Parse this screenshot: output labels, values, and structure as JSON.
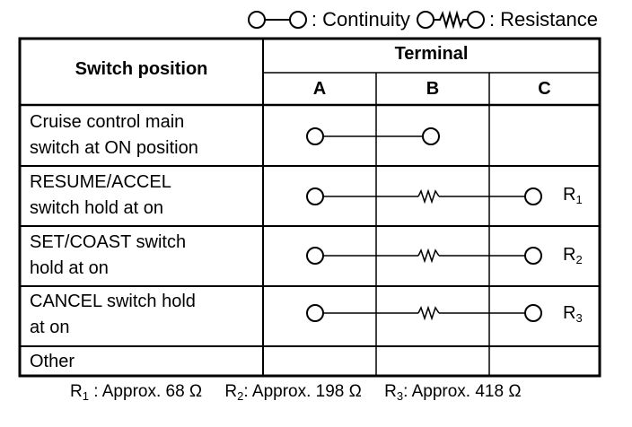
{
  "legend": {
    "continuity_label": ": Continuity",
    "resistance_label": ": Resistance"
  },
  "table": {
    "col_header": "Switch position",
    "terminal_header": "Terminal",
    "terminals": [
      "A",
      "B",
      "C"
    ],
    "rows": [
      {
        "label_line1": "Cruise control main",
        "label_line2": "switch at ON position",
        "connection": "continuity A-B"
      },
      {
        "label_line1": "RESUME/ACCEL",
        "label_line2": "switch hold at on",
        "connection": "resistance A-C",
        "r_main": "R",
        "r_sub": "1"
      },
      {
        "label_line1": "SET/COAST switch",
        "label_line2": "hold at on",
        "connection": "resistance A-C",
        "r_main": "R",
        "r_sub": "2"
      },
      {
        "label_line1": "CANCEL switch hold",
        "label_line2": "at on",
        "connection": "resistance A-C",
        "r_main": "R",
        "r_sub": "3"
      },
      {
        "label_line1": "Other",
        "label_line2": "",
        "connection": "none"
      }
    ]
  },
  "footer": {
    "r1": {
      "main": "R",
      "sub": "1",
      "text": " : Approx. 68 Ω"
    },
    "r2": {
      "main": "R",
      "sub": "2",
      "text": ": Approx. 198 Ω"
    },
    "r3": {
      "main": "R",
      "sub": "3",
      "text": ": Approx. 418 Ω"
    }
  }
}
